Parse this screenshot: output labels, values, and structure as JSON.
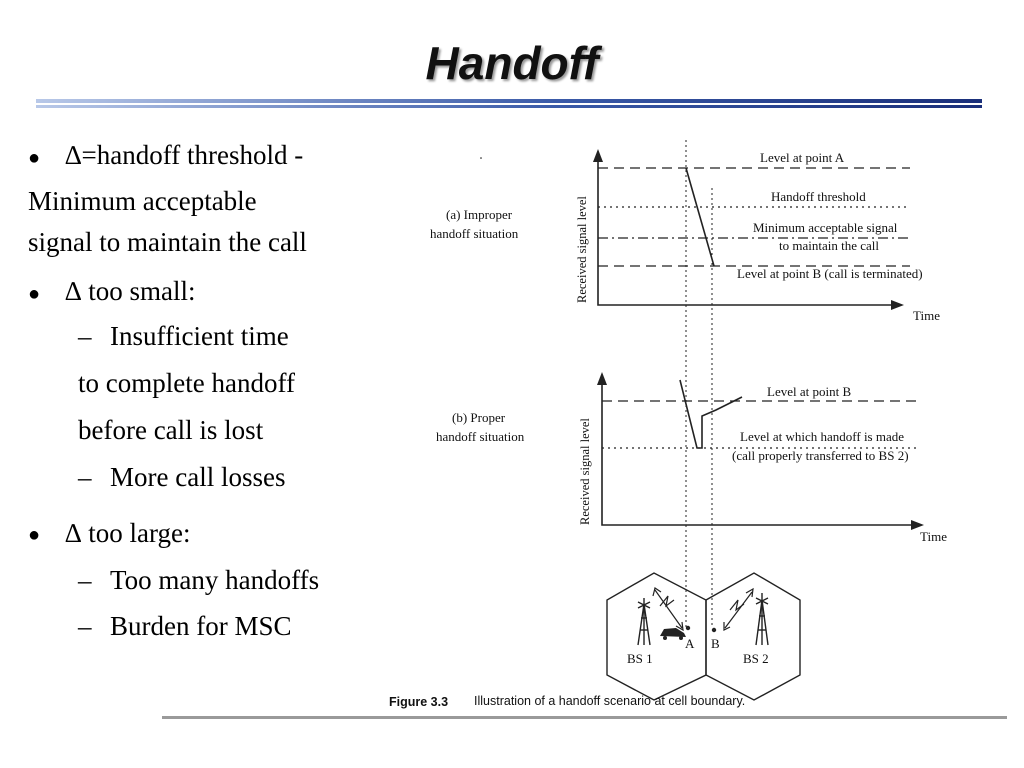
{
  "slide": {
    "title": "Handoff"
  },
  "bullets": {
    "b1_marker": "●",
    "b1_line1": "∆=handoff threshold -",
    "b1_line2": "Minimum acceptable",
    "b1_line3": "signal to maintain the call",
    "b2_marker": "●",
    "b2_text": "∆ too small:",
    "b2_sub1_dash": "–",
    "b2_sub1_line1": "Insufficient time",
    "b2_sub1_line2": "to complete handoff",
    "b2_sub1_line3": "before call is lost",
    "b2_sub2_dash": "–",
    "b2_sub2_text": "More call losses",
    "b3_marker": "●",
    "b3_text": "∆ too large:",
    "b3_sub1_dash": "–",
    "b3_sub1_text": "Too many handoffs",
    "b3_sub2_dash": "–",
    "b3_sub2_text": "Burden for MSC"
  },
  "figure": {
    "panel_a_caption_line1": "(a) Improper",
    "panel_a_caption_line2": "handoff situation",
    "panel_b_caption_line1": "(b) Proper",
    "panel_b_caption_line2": "handoff situation",
    "y_axis_label": "Received signal level",
    "x_axis_label": "Time",
    "a_level_point_a": "Level at point A",
    "a_handoff_threshold": "Handoff threshold",
    "a_min_signal_line1": "Minimum acceptable signal",
    "a_min_signal_line2": "to maintain the call",
    "a_level_point_b": "Level at point B (call is terminated)",
    "b_level_point_b": "Level at point B",
    "b_handoff_level_line1": "Level at which handoff is made",
    "b_handoff_level_line2": "(call properly transferred to BS 2)",
    "point_a": "A",
    "point_b": "B",
    "bs1": "BS 1",
    "bs2": "BS 2",
    "caption_label": "Figure 3.3",
    "caption_text": "Illustration of a handoff scenario at cell boundary."
  }
}
